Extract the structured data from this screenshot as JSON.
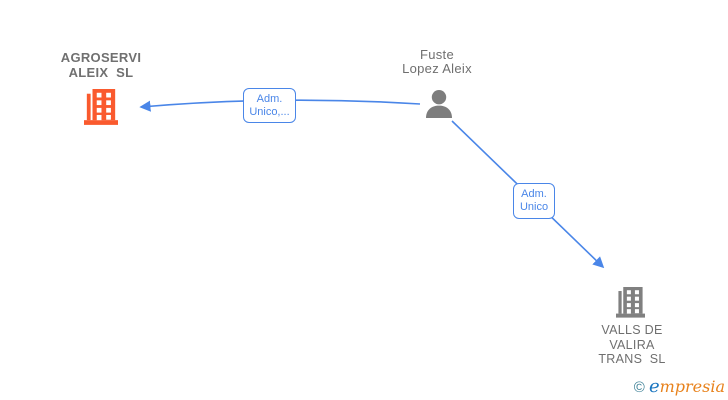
{
  "entities": {
    "agroservi": {
      "line1": "AGROSERVI",
      "line2": "ALEIX  SL"
    },
    "person": {
      "line1": "Fuste",
      "line2": "Lopez Aleix"
    },
    "valls": {
      "line1": "VALLS DE",
      "line2": "VALIRA",
      "line3": "TRANS  SL"
    }
  },
  "edges": {
    "person_to_agroservi": {
      "line1": "Adm.",
      "line2": "Unico,..."
    },
    "person_to_valls": {
      "line1": "Adm.",
      "line2": "Unico"
    }
  },
  "colors": {
    "connector_blue": "#4a86e8",
    "main_company_icon_orange": "#fa5a2e",
    "neutral_icon_gray": "#808080",
    "label_gray": "#6f6f6f",
    "watermark_copyright_teal": "#3b7f95",
    "watermark_e_blue": "#1b76c0",
    "watermark_brand_orange": "#e8821c"
  },
  "watermark": {
    "copyright": "©",
    "brand_initial": "e",
    "brand_rest": "mpresia"
  }
}
